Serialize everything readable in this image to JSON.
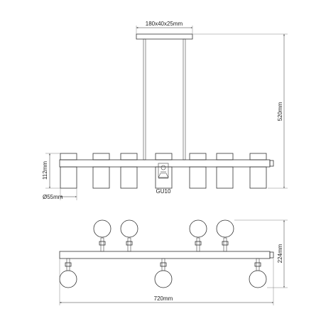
{
  "dimensions": {
    "canopy": "180x40x25mm",
    "height": "520mm",
    "shade_height": "112mm",
    "shade_diameter": "Ø55mm",
    "bulb": "GU10",
    "depth": "224mm",
    "length": "720mm"
  },
  "colors": {
    "line": "#333333",
    "text": "#222222"
  }
}
